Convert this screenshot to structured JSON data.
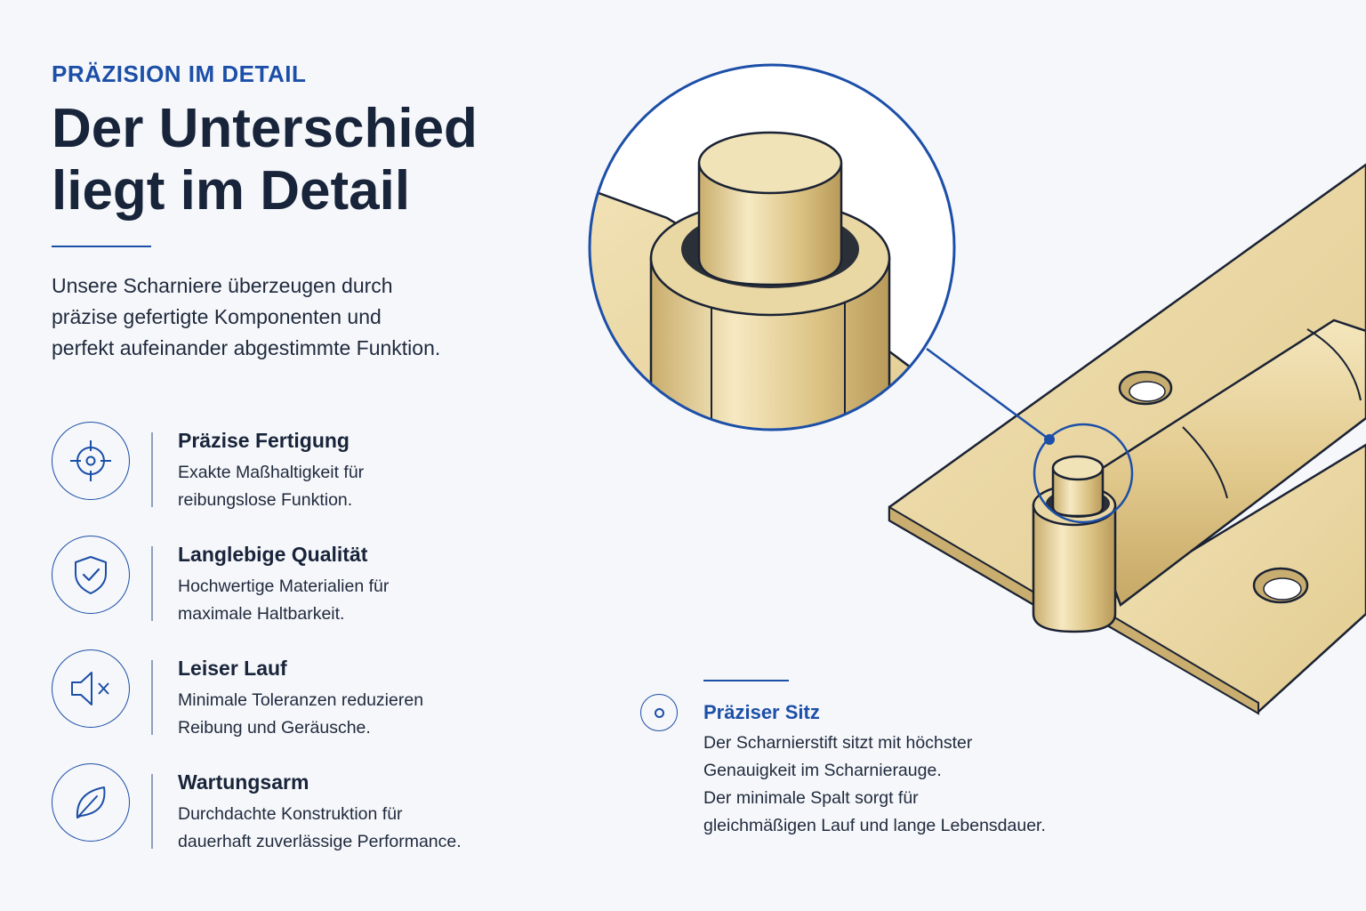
{
  "header": {
    "eyebrow": "PRÄZISION IM DETAIL",
    "title_line1": "Der Unterschied",
    "title_line2": "liegt im Detail",
    "intro": "Unsere Scharniere überzeugen durch präzise gefertigte Komponenten und perfekt aufeinander abgestimmte Funktion."
  },
  "features": [
    {
      "icon": "crosshair-icon",
      "title": "Präzise Fertigung",
      "line1": "Exakte Maßhaltigkeit für",
      "line2": "reibungslose Funktion."
    },
    {
      "icon": "shield-check-icon",
      "title": "Langlebige Qualität",
      "line1": "Hochwertige Materialien für",
      "line2": "maximale Haltbarkeit."
    },
    {
      "icon": "speaker-mute-icon",
      "title": "Leiser Lauf",
      "line1": "Minimale Toleranzen reduzieren",
      "line2": "Reibung und Geräusche."
    },
    {
      "icon": "leaf-icon",
      "title": "Wartungsarm",
      "line1": "Durchdachte Konstruktion für",
      "line2": "dauerhaft zuverlässige Performance."
    }
  ],
  "callout": {
    "icon": "target-dot-icon",
    "title": "Präziser Sitz",
    "line1": "Der Scharnierstift sitzt mit höchster",
    "line2": "Genauigkeit im Scharnierauge.",
    "line3": "Der minimale Spalt sorgt für",
    "line4": "gleichmäßigen Lauf und lange Lebensdauer."
  },
  "colors": {
    "accent": "#1c4fa8",
    "text": "#18243a",
    "brass": "#e8d4a0",
    "outline": "#1a2233"
  }
}
